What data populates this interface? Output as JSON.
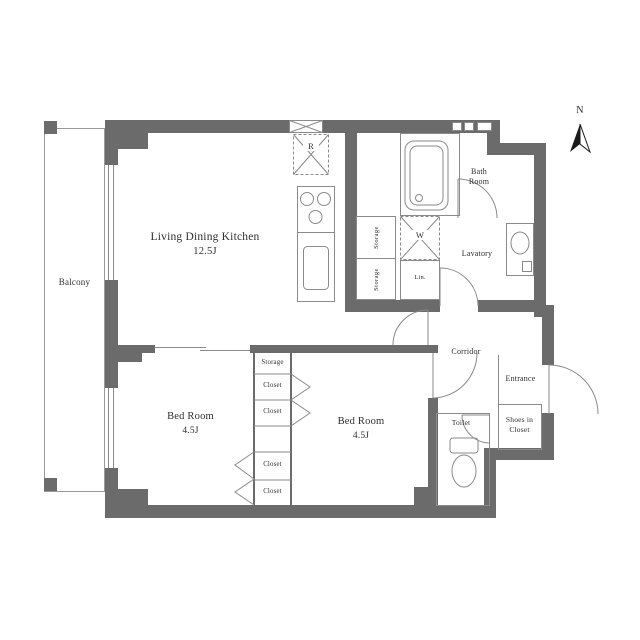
{
  "compass": {
    "north": "N"
  },
  "plan": {
    "balcony": "Balcony",
    "ldk": {
      "name": "Living Dining Kitchen",
      "size": "12.5J"
    },
    "bedroom_left": {
      "name": "Bed Room",
      "size": "4.5J"
    },
    "bedroom_right": {
      "name": "Bed Room",
      "size": "4.5J"
    },
    "bathroom": {
      "line1": "Bath",
      "line2": "Room"
    },
    "lavatory": "Lavatory",
    "corridor": "Corridor",
    "entrance": "Entrance",
    "shoes_in_closet": {
      "line1": "Shoes in",
      "line2": "Closet"
    },
    "toilet": "Toilet",
    "linen": "Lin.",
    "kitchen_storage": [
      "Storage",
      "Storage"
    ],
    "closet_column": [
      "Storage",
      "Closet",
      "Closet",
      "Closet",
      "Closet"
    ],
    "fridge": "R",
    "washer": "W"
  }
}
